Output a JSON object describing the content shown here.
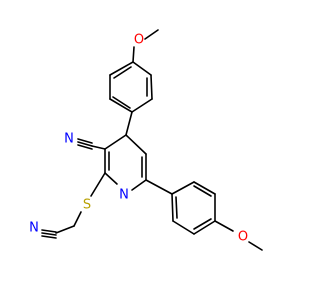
{
  "colors": {
    "bond": "#000000",
    "oxygen": "#ff0000",
    "nitrogen": "#0000ff",
    "sulfur": "#b8a000",
    "carbon": "#000000"
  },
  "atoms": {
    "o_top": "O",
    "o_bottom": "O",
    "n_nitrile_upper": "N",
    "n_ring": "N",
    "n_nitrile_lower": "N",
    "s_thioether": "S"
  }
}
